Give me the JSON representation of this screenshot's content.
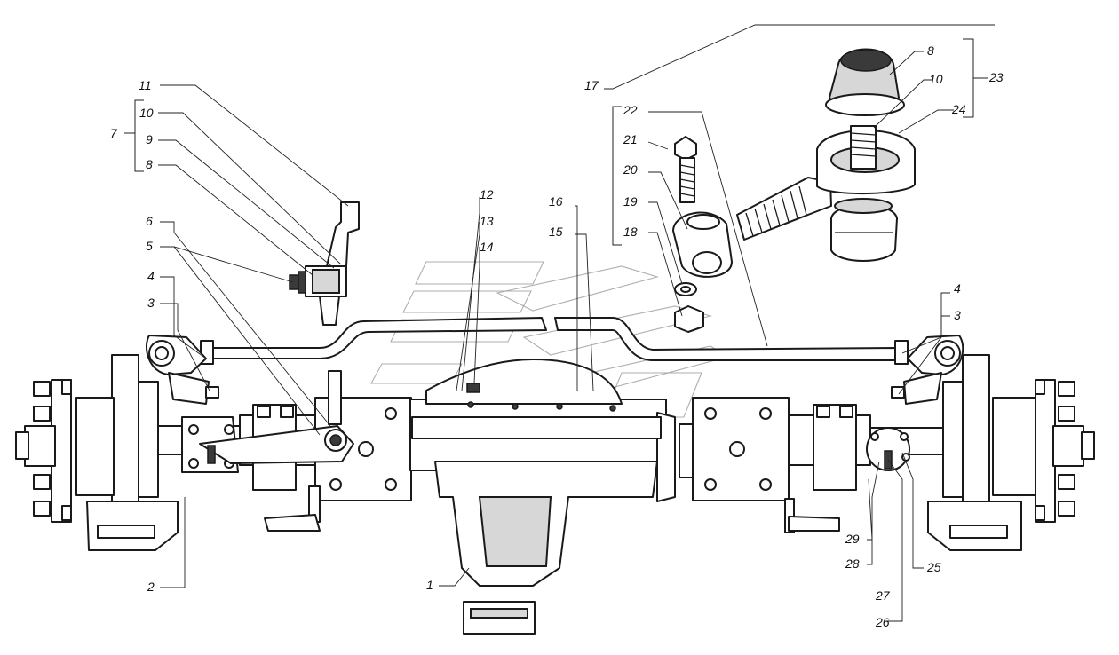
{
  "callouts": {
    "c1": "1",
    "c2": "2",
    "c3_left": "3",
    "c4_left": "4",
    "c5": "5",
    "c6": "6",
    "c7": "7",
    "c8_left": "8",
    "c9": "9",
    "c10_left": "10",
    "c11": "11",
    "c12": "12",
    "c13": "13",
    "c14": "14",
    "c15": "15",
    "c16": "16",
    "c17": "17",
    "c18": "18",
    "c19": "19",
    "c20": "20",
    "c21": "21",
    "c22": "22",
    "c23": "23",
    "c24": "24",
    "c8_right": "8",
    "c10_right": "10",
    "c3_right": "3",
    "c4_right": "4",
    "c25": "25",
    "c26": "26",
    "c27": "27",
    "c28": "28",
    "c29": "29"
  }
}
